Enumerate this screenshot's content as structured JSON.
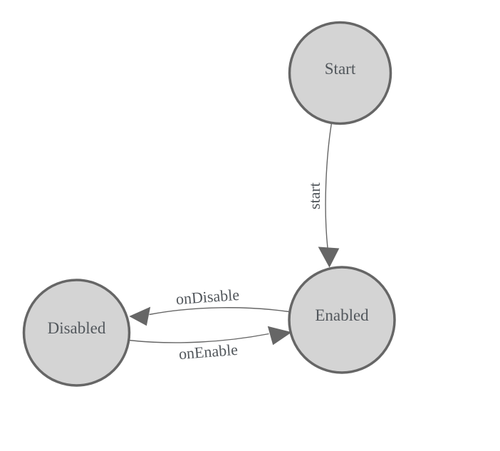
{
  "diagram": {
    "kind": "state-machine",
    "background_color": "#ffffff",
    "node_fill_color": "#d4d4d4",
    "node_border_color": "#666666",
    "edge_color": "#666666",
    "text_color": "#52575c",
    "nodes": [
      {
        "id": "start",
        "label": "Start"
      },
      {
        "id": "enabled",
        "label": "Enabled"
      },
      {
        "id": "disabled",
        "label": "Disabled"
      }
    ],
    "edges": [
      {
        "from": "start",
        "to": "enabled",
        "label": "start"
      },
      {
        "from": "enabled",
        "to": "disabled",
        "label": "onDisable"
      },
      {
        "from": "disabled",
        "to": "enabled",
        "label": "onEnable"
      }
    ]
  }
}
